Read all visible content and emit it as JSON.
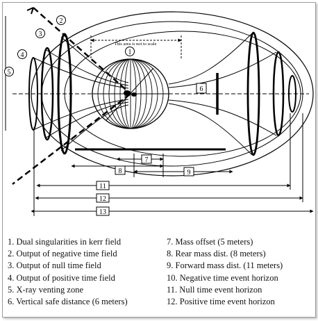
{
  "diagram": {
    "scale_note": "This area is not to scale",
    "callouts": [
      "1",
      "2",
      "3",
      "4",
      "5",
      "6",
      "7",
      "8",
      "9",
      "11",
      "12",
      "13"
    ]
  },
  "legend": {
    "left": [
      "1. Dual singularities in kerr field",
      "2. Output of negative time field",
      "3. Output of null time field",
      "4. Output of positive time field",
      "5. X-ray venting zone",
      "6. Vertical safe distance (6 meters)"
    ],
    "right": [
      "7. Mass offset (5 meters)",
      "8. Rear mass dist. (8 meters)",
      "9. Forward mass dist. (11 meters)",
      "10. Negative time event horizon",
      "11. Null time event horizon",
      "12. Positive time event horizon"
    ]
  }
}
